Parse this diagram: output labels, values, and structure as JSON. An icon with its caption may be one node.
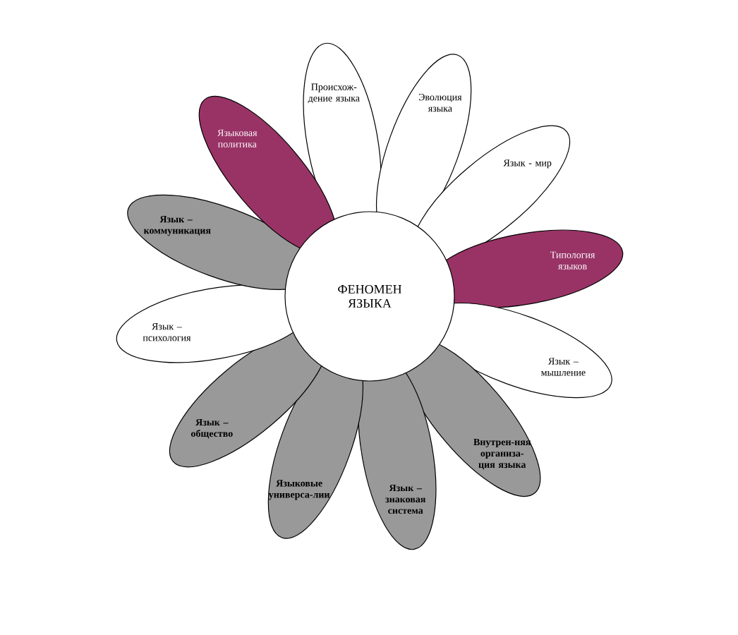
{
  "diagram": {
    "nodes": [
      {
        "text": [
          "Происхож-дение языка"
        ]
      },
      {
        "text": [
          "Эволюция языка"
        ]
      },
      {
        "text": [
          "Языковая политика"
        ]
      },
      {
        "text": [
          "Язык - мир"
        ]
      },
      {
        "text": [
          "Типология языков"
        ]
      },
      {
        "text": [
          "Язык – коммуникация"
        ]
      },
      {
        "text": [
          "ФЕНОМЕН ЯЗЫКА"
        ]
      },
      {
        "text": [
          "Язык – психология"
        ]
      },
      {
        "text": [
          "Язык – мышление"
        ]
      },
      {
        "text": [
          "Язык – общество"
        ]
      },
      {
        "text": [
          "Внутрен-няя организа-ция языка"
        ]
      },
      {
        "text": [
          "Языковые универса-лии"
        ]
      },
      {
        "text": [
          "Язык – знаковая система"
        ]
      }
    ]
  }
}
